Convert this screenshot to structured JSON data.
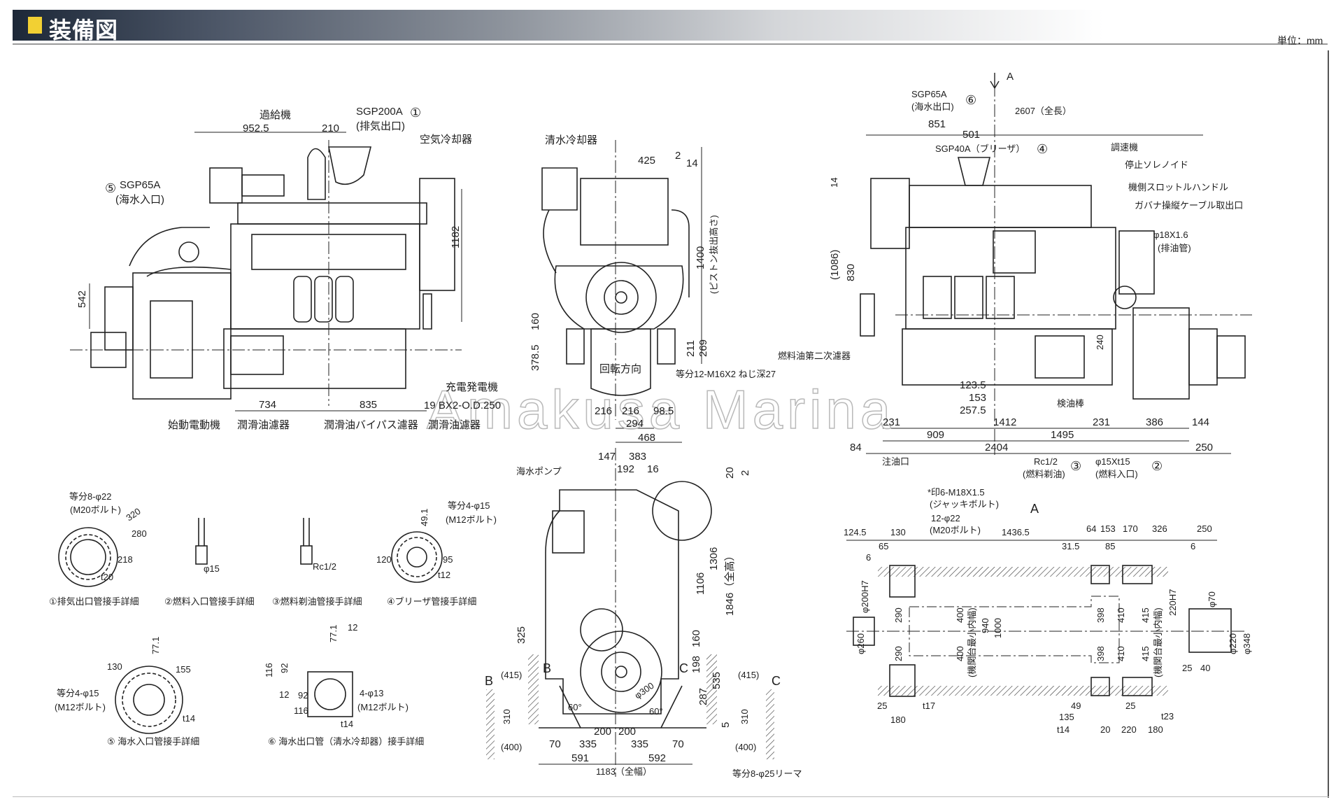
{
  "header": {
    "title": "装備図",
    "unit": "単位：mm"
  },
  "watermark": "Amakusa Marina",
  "side_view": {
    "labels": [
      "過給機",
      "SGP200A",
      "①",
      "(排気出口)",
      "952.5",
      "210",
      "空気冷却器",
      "⑤",
      "SGP65A",
      "(海水入口)",
      "1182",
      "542",
      "充電発電機",
      "19 BX2-O.D.250",
      "734",
      "835",
      "始動電動機",
      "潤滑油濾器",
      "潤滑油バイパス濾器",
      "潤滑油濾器"
    ]
  },
  "front_view": {
    "labels": [
      "清水冷却器",
      "425",
      "2",
      "14",
      "1400",
      "(ピストン抜出高さ)",
      "160",
      "378.5",
      "211",
      "269",
      "回転方向",
      "等分12-M16X2 ねじ深27",
      "216",
      "216",
      "98.5",
      "294",
      "468"
    ]
  },
  "right_view": {
    "labels": [
      "A",
      "SGP65A",
      "⑥",
      "(海水出口)",
      "2607（全長）",
      "851",
      "501",
      "SGP40A（ブリーザ）",
      "④",
      "調速機",
      "停止ソレノイド",
      "機側スロットルハンドル",
      "ガバナ操縦ケーブル取出口",
      "φ18X1.6",
      "(排油管)",
      "14",
      "(1086)",
      "830",
      "燃料油第二次濾器",
      "240",
      "123.5",
      "153",
      "257.5",
      "検油棒",
      "231",
      "1412",
      "231",
      "386",
      "144",
      "909",
      "1495",
      "84",
      "2404",
      "250",
      "注油口",
      "Rc1/2",
      "③",
      "(燃料剃油)",
      "φ15Xt15",
      "②",
      "(燃料入口)"
    ]
  },
  "details": {
    "labels": [
      "等分8-φ22",
      "(M20ボルト)",
      "320",
      "280",
      "218",
      "t20",
      "φ15",
      "Rc1/2",
      "等分4-φ15",
      "(M12ボルト)",
      "49.1",
      "120",
      "95",
      "t12",
      "①排気出口管接手詳細",
      "②燃料入口管接手詳細",
      "③燃料剃油管接手詳細",
      "④ブリーザ管接手詳細",
      "77.1",
      "130",
      "155",
      "等分4-φ15",
      "(M12ボルト)",
      "t14",
      "⑤ 海水入口管接手詳細",
      "116",
      "92",
      "77.1",
      "12",
      "12",
      "92",
      "116",
      "4-φ13",
      "(M12ボルト)",
      "t14",
      "⑥ 海水出口管（清水冷却器）接手詳細"
    ]
  },
  "rear_view": {
    "labels": [
      "海水ポンプ",
      "147",
      "383",
      "192",
      "16",
      "20",
      "2",
      "1106",
      "1306",
      "1846（全高）",
      "325",
      "160",
      "198",
      "287",
      "535",
      "5",
      "B",
      "C",
      "B",
      "(415)",
      "310",
      "(400)",
      "(415)",
      "C",
      "310",
      "(400)",
      "φ300",
      "60°",
      "60°",
      "200",
      "200",
      "70",
      "335",
      "335",
      "70",
      "591",
      "592",
      "1183（全幅）",
      "等分8-φ25リーマ"
    ]
  },
  "bed_view": {
    "labels": [
      "*印6-M18X1.5",
      "(ジャッキボルト)",
      "12-φ22",
      "(M20ボルト)",
      "A",
      "124.5",
      "130",
      "1436.5",
      "64",
      "153",
      "170",
      "326",
      "250",
      "65",
      "31.5",
      "85",
      "6",
      "6",
      "φ200H7",
      "φ260",
      "290",
      "290",
      "400",
      "400",
      "(機関台最小内幅)",
      "940",
      "1000",
      "398",
      "398",
      "410",
      "410",
      "415",
      "415",
      "(機関台最小内幅)",
      "220H7",
      "φ70",
      "φ220",
      "φ348",
      "25",
      "40",
      "25",
      "t17",
      "180",
      "49",
      "25",
      "135",
      "t23",
      "t14",
      "20",
      "220",
      "180"
    ]
  }
}
